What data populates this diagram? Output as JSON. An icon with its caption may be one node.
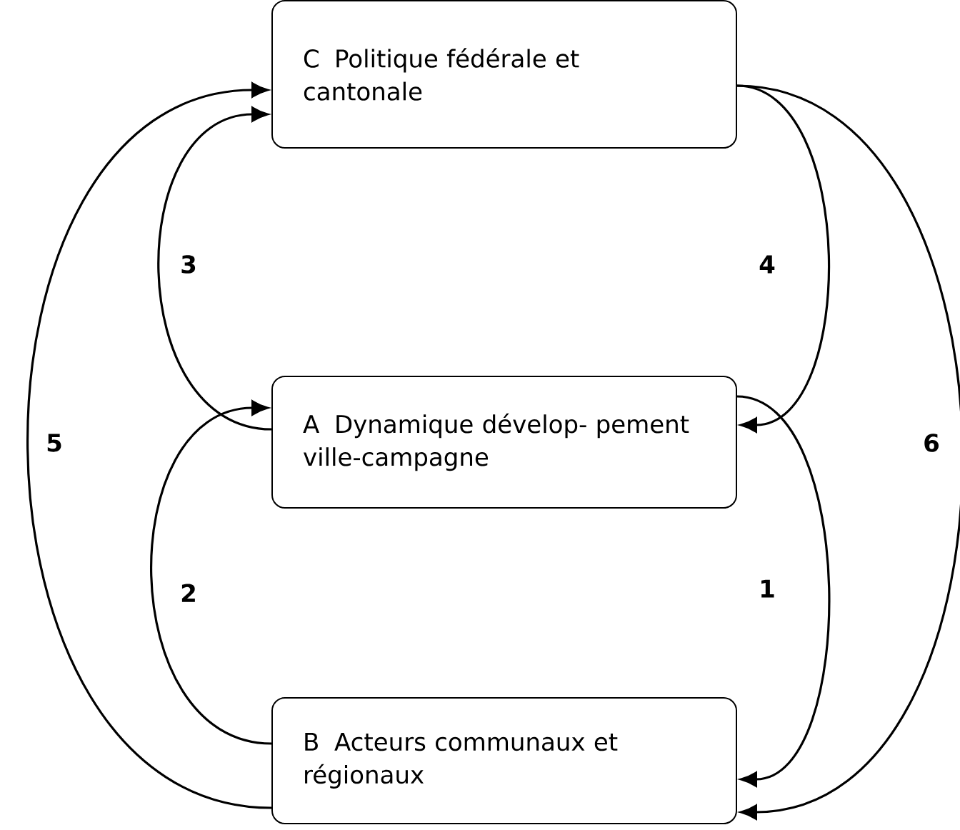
{
  "diagram": {
    "nodes": [
      {
        "text": [
          "C",
          "Politique fédérale et cantonale"
        ]
      },
      {
        "text": [
          "A",
          "Dynamique dévelop- pement ville-campagne"
        ]
      },
      {
        "text": [
          "B",
          "Acteurs communaux et régionaux"
        ]
      }
    ],
    "edges": [
      {
        "from": 1,
        "to": 2,
        "arrow": "to",
        "label": "1"
      },
      {
        "from": 2,
        "to": 1,
        "arrow": "to",
        "label": "2"
      },
      {
        "from": 1,
        "to": 0,
        "arrow": "to",
        "label": "3"
      },
      {
        "from": 0,
        "to": 1,
        "arrow": "to",
        "label": "4"
      },
      {
        "from": 2,
        "to": 0,
        "arrow": "to",
        "label": "5"
      },
      {
        "from": 0,
        "to": 2,
        "arrow": "to",
        "label": "6"
      }
    ]
  }
}
